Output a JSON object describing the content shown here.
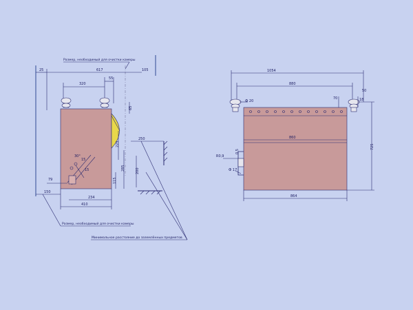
{
  "notes": {
    "chamber_size_top": "Размер, необходимый для очистки камеры",
    "chamber_size_bottom": "Размер, необходимый для очистки камеры",
    "min_distance": "Минимальное расстояние до заземлённых предметов"
  },
  "left_view": {
    "dims": {
      "d25": "25",
      "d617": "617",
      "d105": "105",
      "d320": "320",
      "d55": "55",
      "d65": "65",
      "d225": "225",
      "d285": "285",
      "d200": "200",
      "d115": "115",
      "d250": "250",
      "d79": "79",
      "d150": "150",
      "d234": "234",
      "d410": "410",
      "a30": "30°",
      "a15a": "15",
      "a15b": "15"
    }
  },
  "right_view": {
    "dims": {
      "d1054": "1054",
      "d880": "880",
      "d70_top": "70",
      "d50": "50",
      "d18": "18",
      "phi20": "Ф 20",
      "d860": "860",
      "d725": "725",
      "r09": "R0,9",
      "d05": "0,5",
      "phi17": "Ф 17",
      "d864": "864"
    }
  },
  "colors": {
    "background": "#c8d2f0",
    "line": "#2a2a70",
    "body_fill": "#c89a9a",
    "yellow": "#e8d84a",
    "dash": "#7a7aa0"
  }
}
